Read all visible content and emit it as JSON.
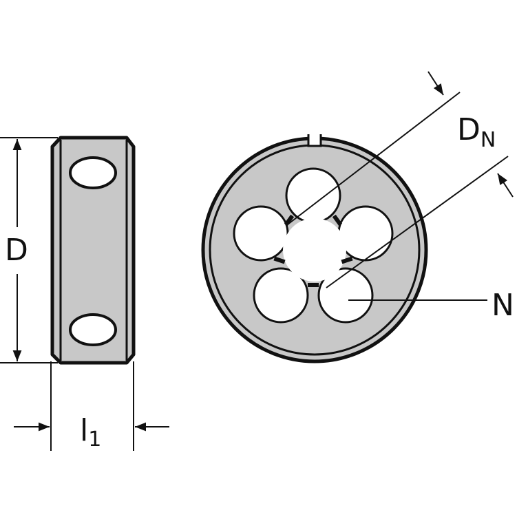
{
  "diagram": {
    "labels": {
      "outer_diameter": "D",
      "thickness_main": "l",
      "thickness_sub": "1",
      "nominal_main": "D",
      "nominal_sub": "N",
      "flute_count": "N"
    },
    "colors": {
      "body_fill": "#c8c8c8",
      "stroke": "#111111",
      "hole_fill": "#ffffff",
      "background": "#ffffff"
    }
  }
}
